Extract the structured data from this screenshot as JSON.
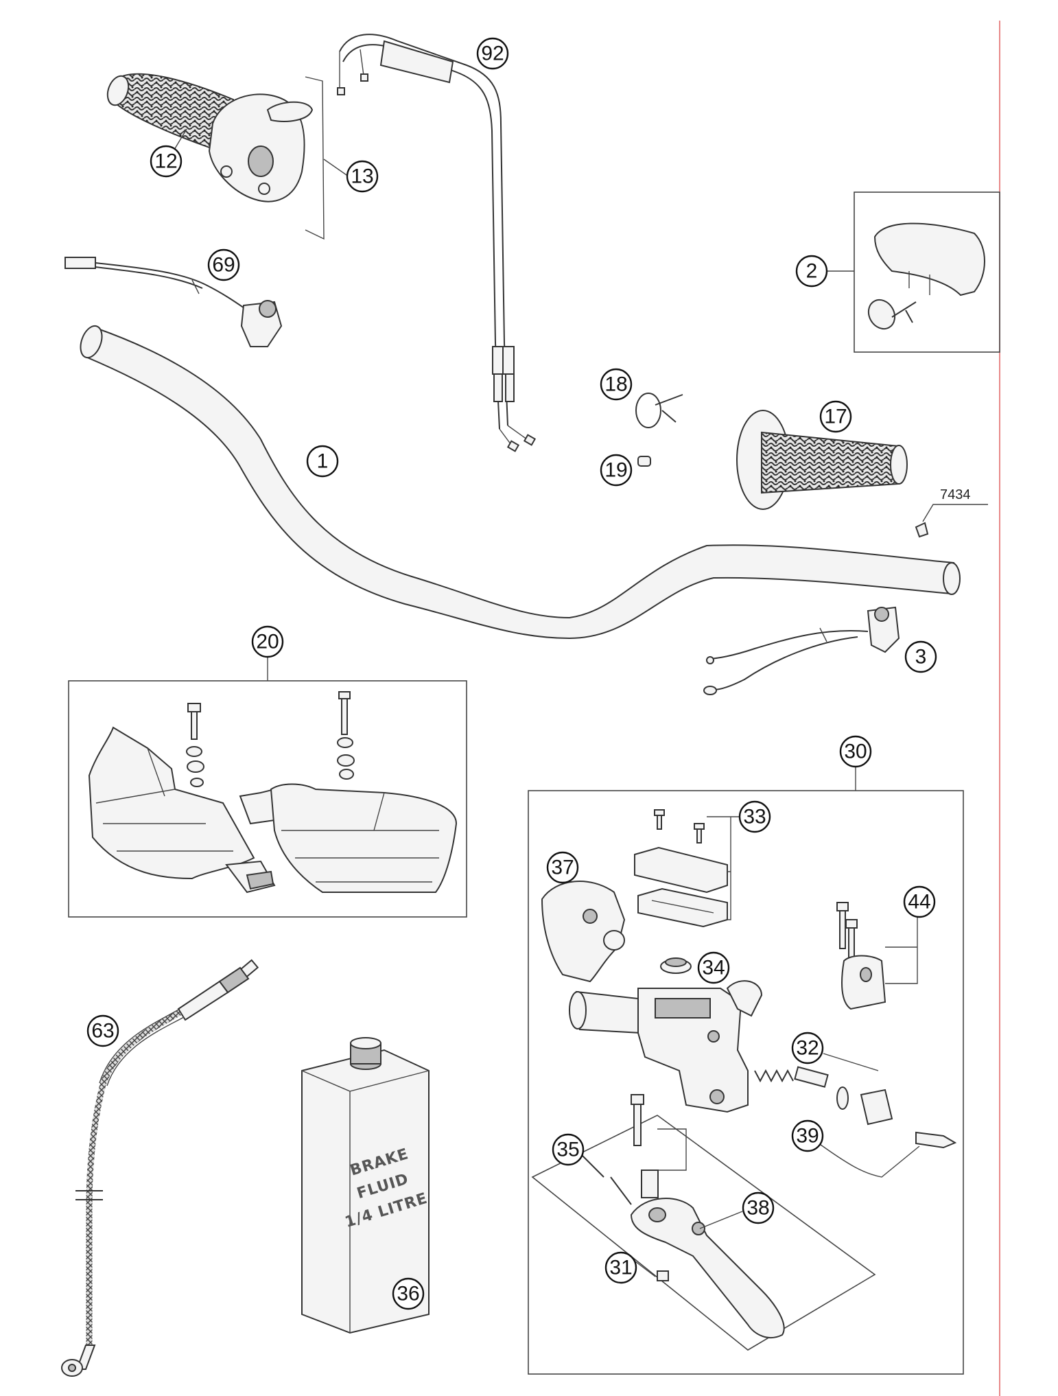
{
  "callouts": {
    "c1": "1",
    "c2": "2",
    "c3": "3",
    "c12": "12",
    "c13": "13",
    "c17": "17",
    "c18": "18",
    "c19": "19",
    "c20": "20",
    "c30": "30",
    "c31": "31",
    "c32": "32",
    "c33": "33",
    "c34": "34",
    "c35": "35",
    "c36": "36",
    "c37": "37",
    "c38": "38",
    "c39": "39",
    "c44": "44",
    "c63": "63",
    "c69": "69",
    "c92": "92"
  },
  "part_number_label": "7434",
  "brake_fluid": {
    "line1": "BRAKE",
    "line2": "FLUID",
    "line3": "1/4 LITRE"
  },
  "colors": {
    "stroke": "#333333",
    "margin_line": "#e06060",
    "background": "#ffffff"
  }
}
